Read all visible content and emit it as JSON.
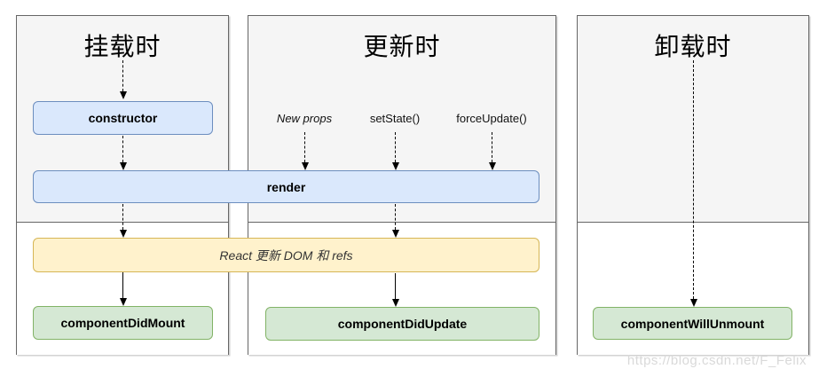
{
  "diagram": {
    "type": "flowchart",
    "subject": "React lifecycle methods",
    "columns": [
      {
        "title": "挂载时"
      },
      {
        "title": "更新时"
      },
      {
        "title": "卸载时"
      }
    ],
    "update_triggers": [
      "New props",
      "setState()",
      "forceUpdate()"
    ],
    "nodes": {
      "constructor_label": "constructor",
      "render_label": "render",
      "react_update_label": "React 更新 DOM 和 refs",
      "did_mount_label": "componentDidMount",
      "did_update_label": "componentDidUpdate",
      "will_unmount_label": "componentWillUnmount"
    },
    "colors": {
      "panel_fill": "#f5f5f5",
      "panel_border": "#666666",
      "lifecycle_fill": "#dae8fc",
      "lifecycle_border": "#6c8ebf",
      "side_effect_fill": "#fff2cc",
      "side_effect_border": "#d6b656",
      "commit_fill": "#d5e8d4",
      "commit_border": "#82b366",
      "arrow": "#000000",
      "watermark": "#d9d9d9"
    },
    "watermark": "https://blog.csdn.net/F_Felix"
  }
}
